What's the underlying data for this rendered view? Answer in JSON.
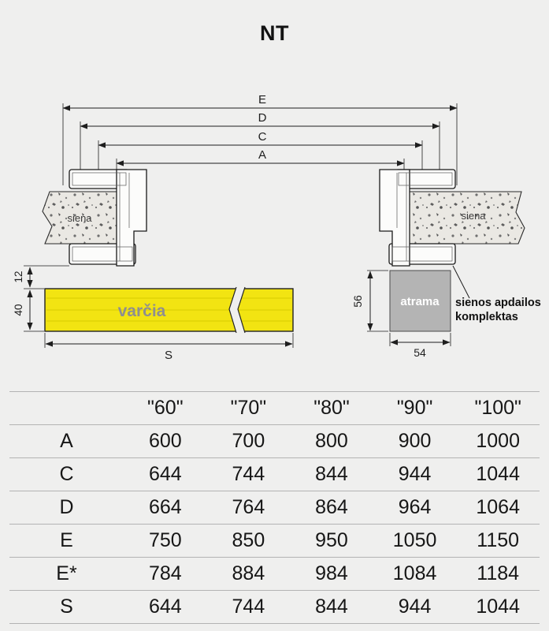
{
  "title": "NT",
  "colors": {
    "background": "#efefee",
    "leaf_yellow": "#f2e412",
    "leaf_stripe": "#ddd004",
    "support_gray": "#b4b4b4",
    "line": "#1e1e1e"
  },
  "diagram": {
    "dims": {
      "e": "E",
      "d": "D",
      "c": "C",
      "a": "A",
      "s": "S",
      "gap": "12",
      "leaf_thickness": "40",
      "support_height": "56",
      "support_width": "54"
    },
    "wall_left": "siena",
    "wall_right": "siena",
    "leaf": "varčia",
    "support": "atrama",
    "note_line1": "sienos apdailos",
    "note_line2": "komplektas"
  },
  "table": {
    "col_headers": [
      "\"60\"",
      "\"70\"",
      "\"80\"",
      "\"90\"",
      "\"100\""
    ],
    "rows": [
      {
        "label": "A",
        "values": [
          "600",
          "700",
          "800",
          "900",
          "1000"
        ]
      },
      {
        "label": "C",
        "values": [
          "644",
          "744",
          "844",
          "944",
          "1044"
        ]
      },
      {
        "label": "D",
        "values": [
          "664",
          "764",
          "864",
          "964",
          "1064"
        ]
      },
      {
        "label": "E",
        "values": [
          "750",
          "850",
          "950",
          "1050",
          "1150"
        ]
      },
      {
        "label": "E*",
        "values": [
          "784",
          "884",
          "984",
          "1084",
          "1184"
        ]
      },
      {
        "label": "S",
        "values": [
          "644",
          "744",
          "844",
          "944",
          "1044"
        ]
      }
    ]
  }
}
